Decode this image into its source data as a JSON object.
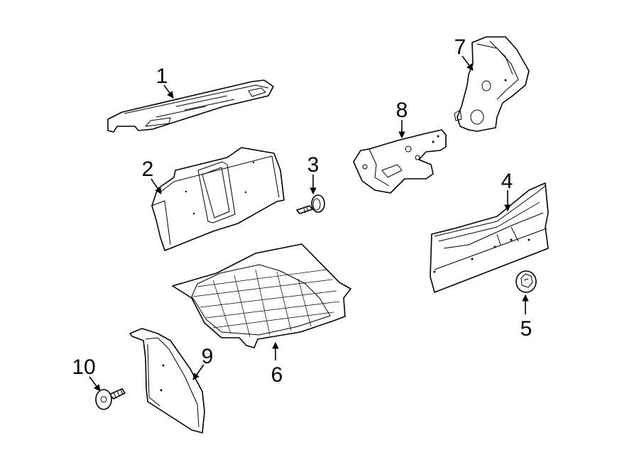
{
  "colors": {
    "line": "#000000",
    "background": "#ffffff"
  },
  "callouts": [
    {
      "label": "1"
    },
    {
      "label": "2"
    },
    {
      "label": "3"
    },
    {
      "label": "4"
    },
    {
      "label": "5"
    },
    {
      "label": "6"
    },
    {
      "label": "7"
    },
    {
      "label": "8"
    },
    {
      "label": "9"
    },
    {
      "label": "10"
    }
  ]
}
